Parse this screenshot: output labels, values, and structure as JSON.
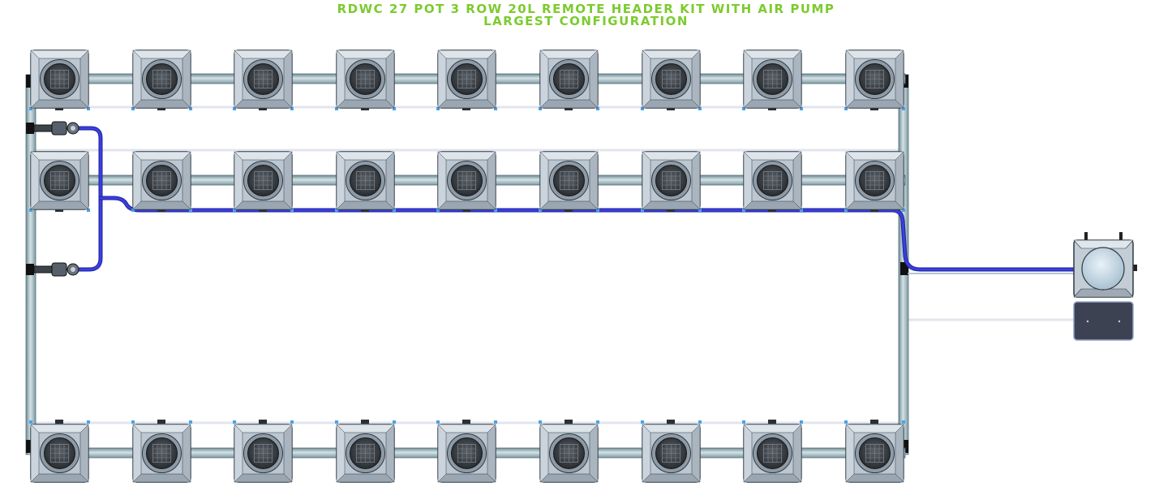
{
  "title": {
    "line1": "RDWC 27 POT 3 ROW 20L REMOTE HEADER KIT WITH AIR PUMP",
    "line2": "LARGEST CONFIGURATION"
  },
  "layout_info": {
    "rows": 3,
    "pots_per_row": 9,
    "total_pots": 27
  },
  "colors": {
    "title": "#7ccb2e",
    "pot_body": "#bcc7d1",
    "pot_outline": "#2f3a44",
    "pot_center": "#3a3f45",
    "pipe": "#a9c2c9",
    "pipe_edge": "#6e8a93",
    "air_line": "#3b3fe0",
    "air_line_dark": "#1d2199",
    "drip_line": "#e3e6ee",
    "fitting_blue": "#4aa3e8",
    "pump_box": "#3c4150"
  }
}
